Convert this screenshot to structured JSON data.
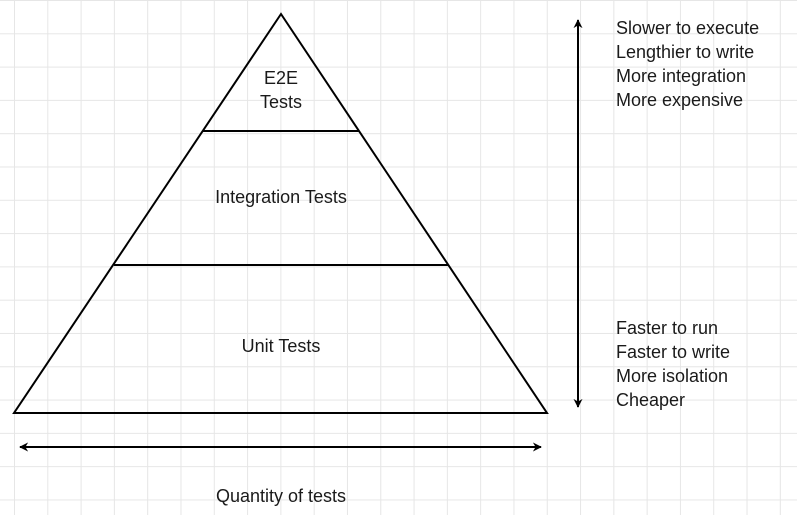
{
  "pyramid": {
    "tiers": [
      {
        "label_lines": [
          "E2E",
          "Tests"
        ]
      },
      {
        "label_lines": [
          "Integration Tests"
        ]
      },
      {
        "label_lines": [
          "Unit Tests"
        ]
      }
    ]
  },
  "notes": {
    "top": [
      "Slower to execute",
      "Lengthier to write",
      "More integration",
      "More expensive"
    ],
    "bottom": [
      "Faster to run",
      "Faster to write",
      "More isolation",
      "Cheaper"
    ]
  },
  "quantity_label": "Quantity of tests",
  "colors": {
    "stroke": "#000000",
    "text": "#1a1a1a",
    "grid": "#e6e6e6",
    "background": "#ffffff"
  }
}
